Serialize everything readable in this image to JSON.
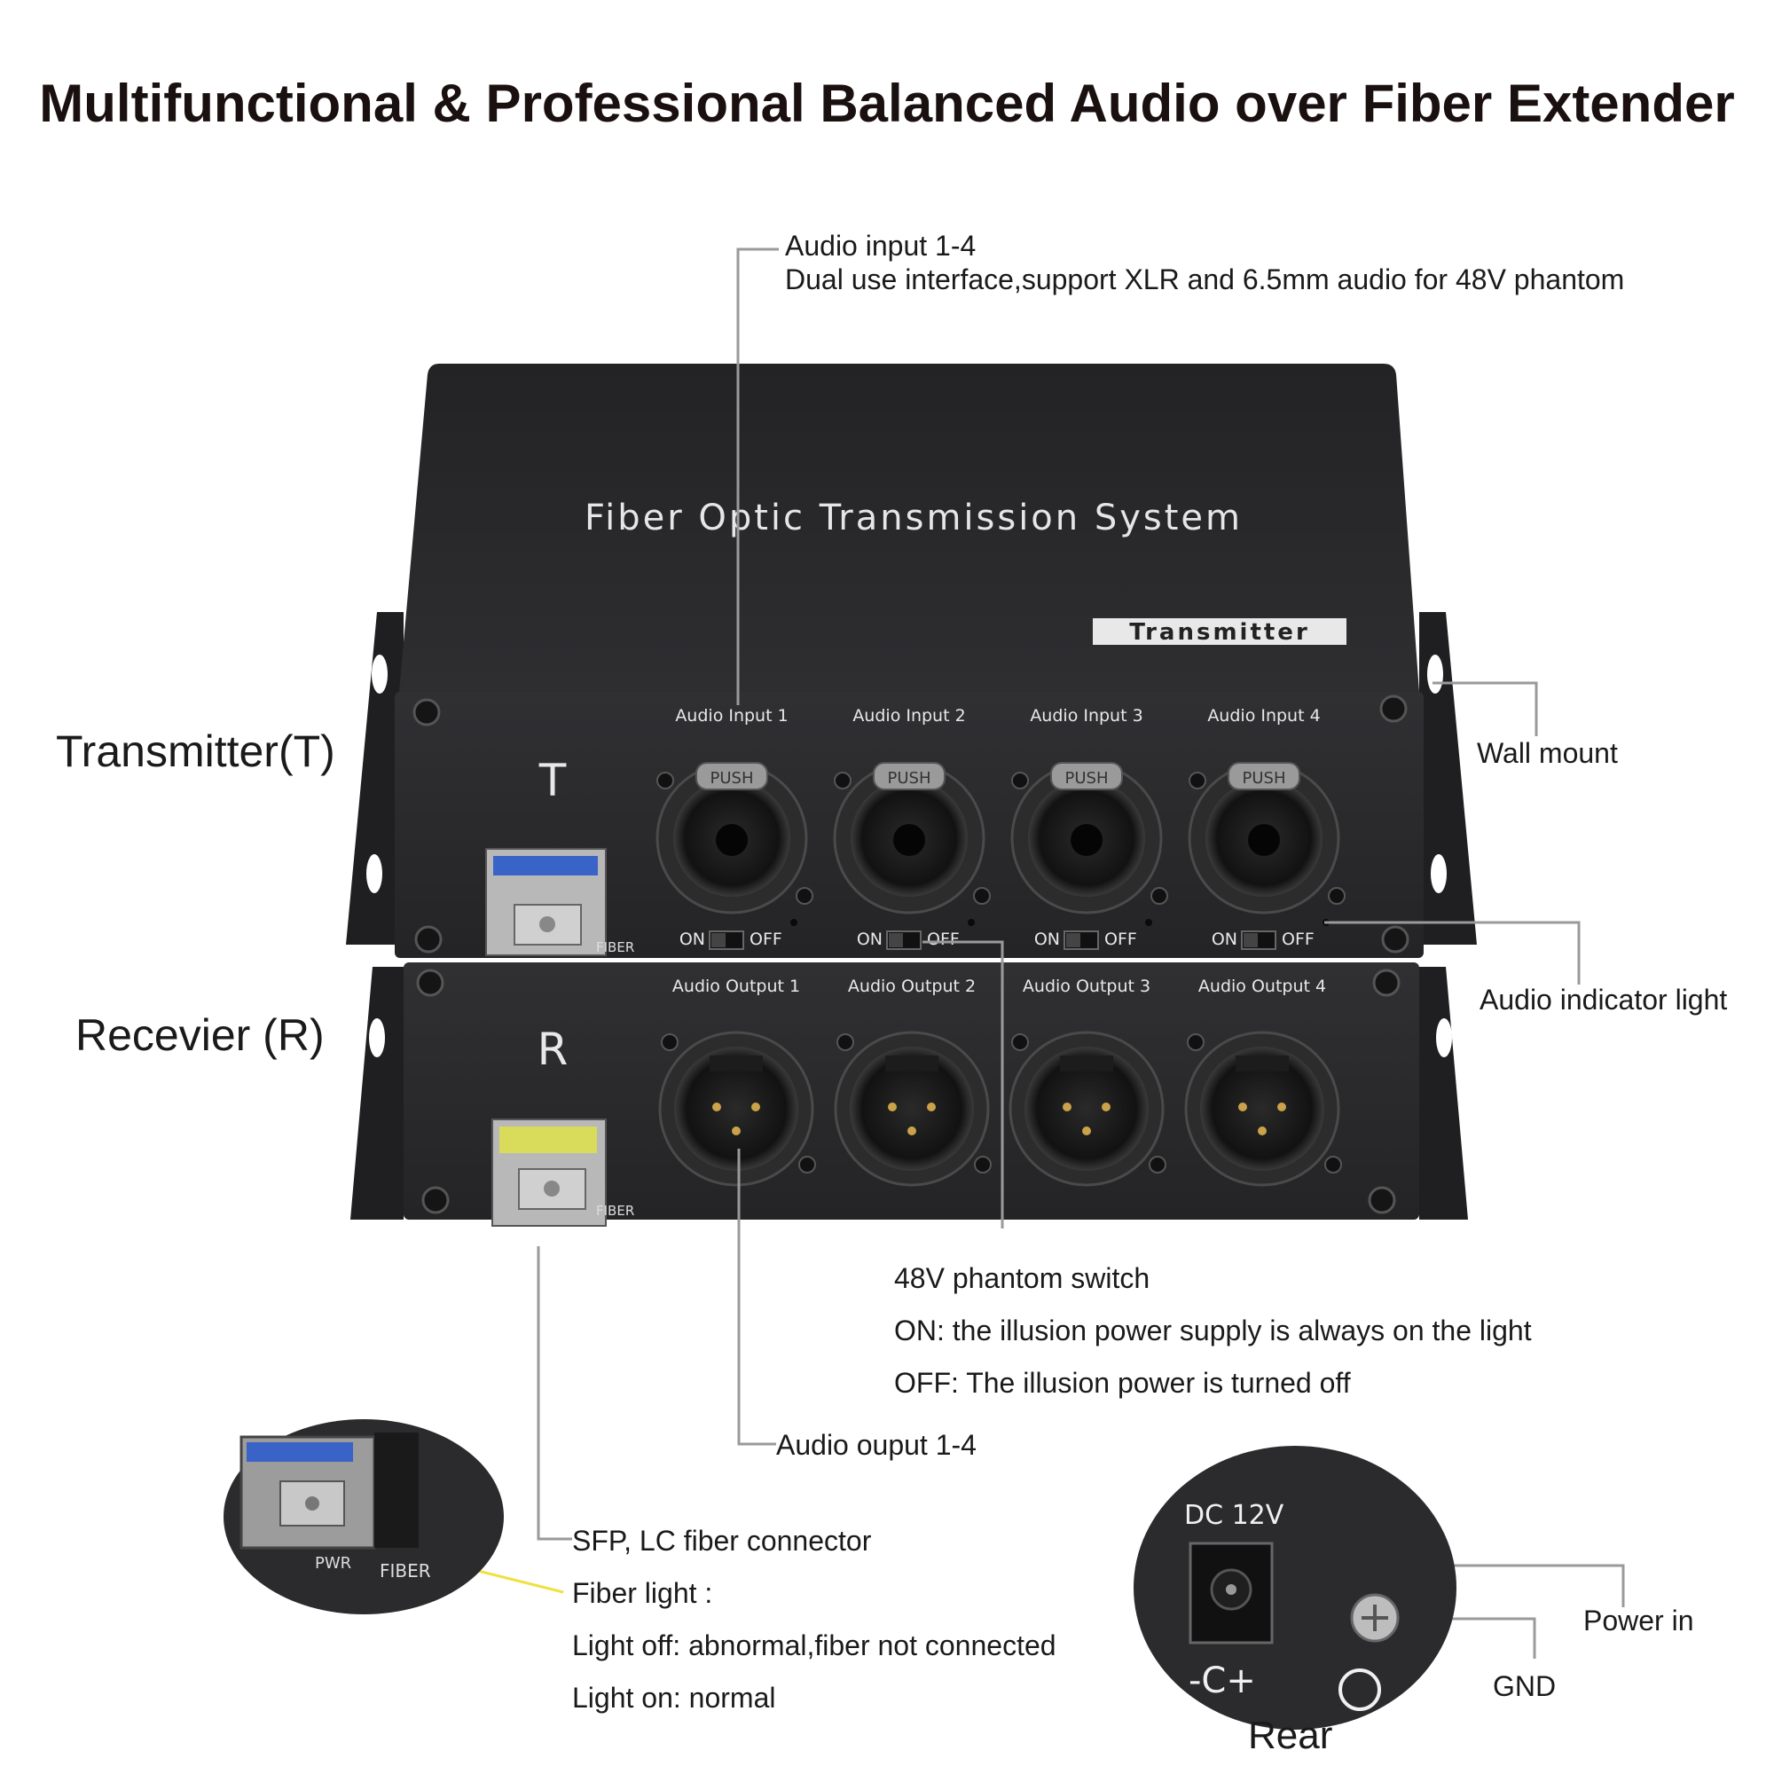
{
  "title": "Multifunctional & Professional Balanced Audio over Fiber Extender",
  "labels": {
    "transmitter": "Transmitter(T)",
    "receiver": "Recevier (R)",
    "rear": "Rear"
  },
  "callouts": {
    "audio_input_title": "Audio input 1-4",
    "audio_input_desc": "Dual use interface,support XLR and 6.5mm audio for 48V phantom",
    "wall_mount": "Wall mount",
    "audio_indicator": "Audio indicator light",
    "phantom_title": "48V phantom switch",
    "phantom_on": "ON: the illusion power supply is always on the light",
    "phantom_off": "OFF: The illusion power is turned off",
    "audio_output": "Audio ouput 1-4",
    "sfp": "SFP, LC fiber connector",
    "fiber_light": "Fiber light :",
    "light_off": "Light off: abnormal,fiber not connected",
    "light_on": "Light on: normal",
    "power_in": "Power in",
    "gnd": "GND"
  },
  "device": {
    "top_text": "Fiber Optic Transmission System",
    "badge": "Transmitter",
    "t_letter": "T",
    "r_letter": "R",
    "inputs": [
      "Audio Input 1",
      "Audio Input 2",
      "Audio Input 3",
      "Audio Input 4"
    ],
    "outputs": [
      "Audio Output 1",
      "Audio Output 2",
      "Audio Output 3",
      "Audio Output 4"
    ],
    "push": "PUSH",
    "sw_on": "ON",
    "sw_off": "OFF",
    "fiber_label": "FIBER",
    "pwr_label": "PWR",
    "dc_label": "DC 12V",
    "polarity": "-C+"
  },
  "colors": {
    "device_body": "#2a2a2c",
    "device_top": "#1e1e20",
    "leader": "#9a9a9a",
    "fiber_leader": "#f0e040",
    "sfp_tx": "#3a63c8",
    "sfp_rx": "#d8dc5a"
  }
}
